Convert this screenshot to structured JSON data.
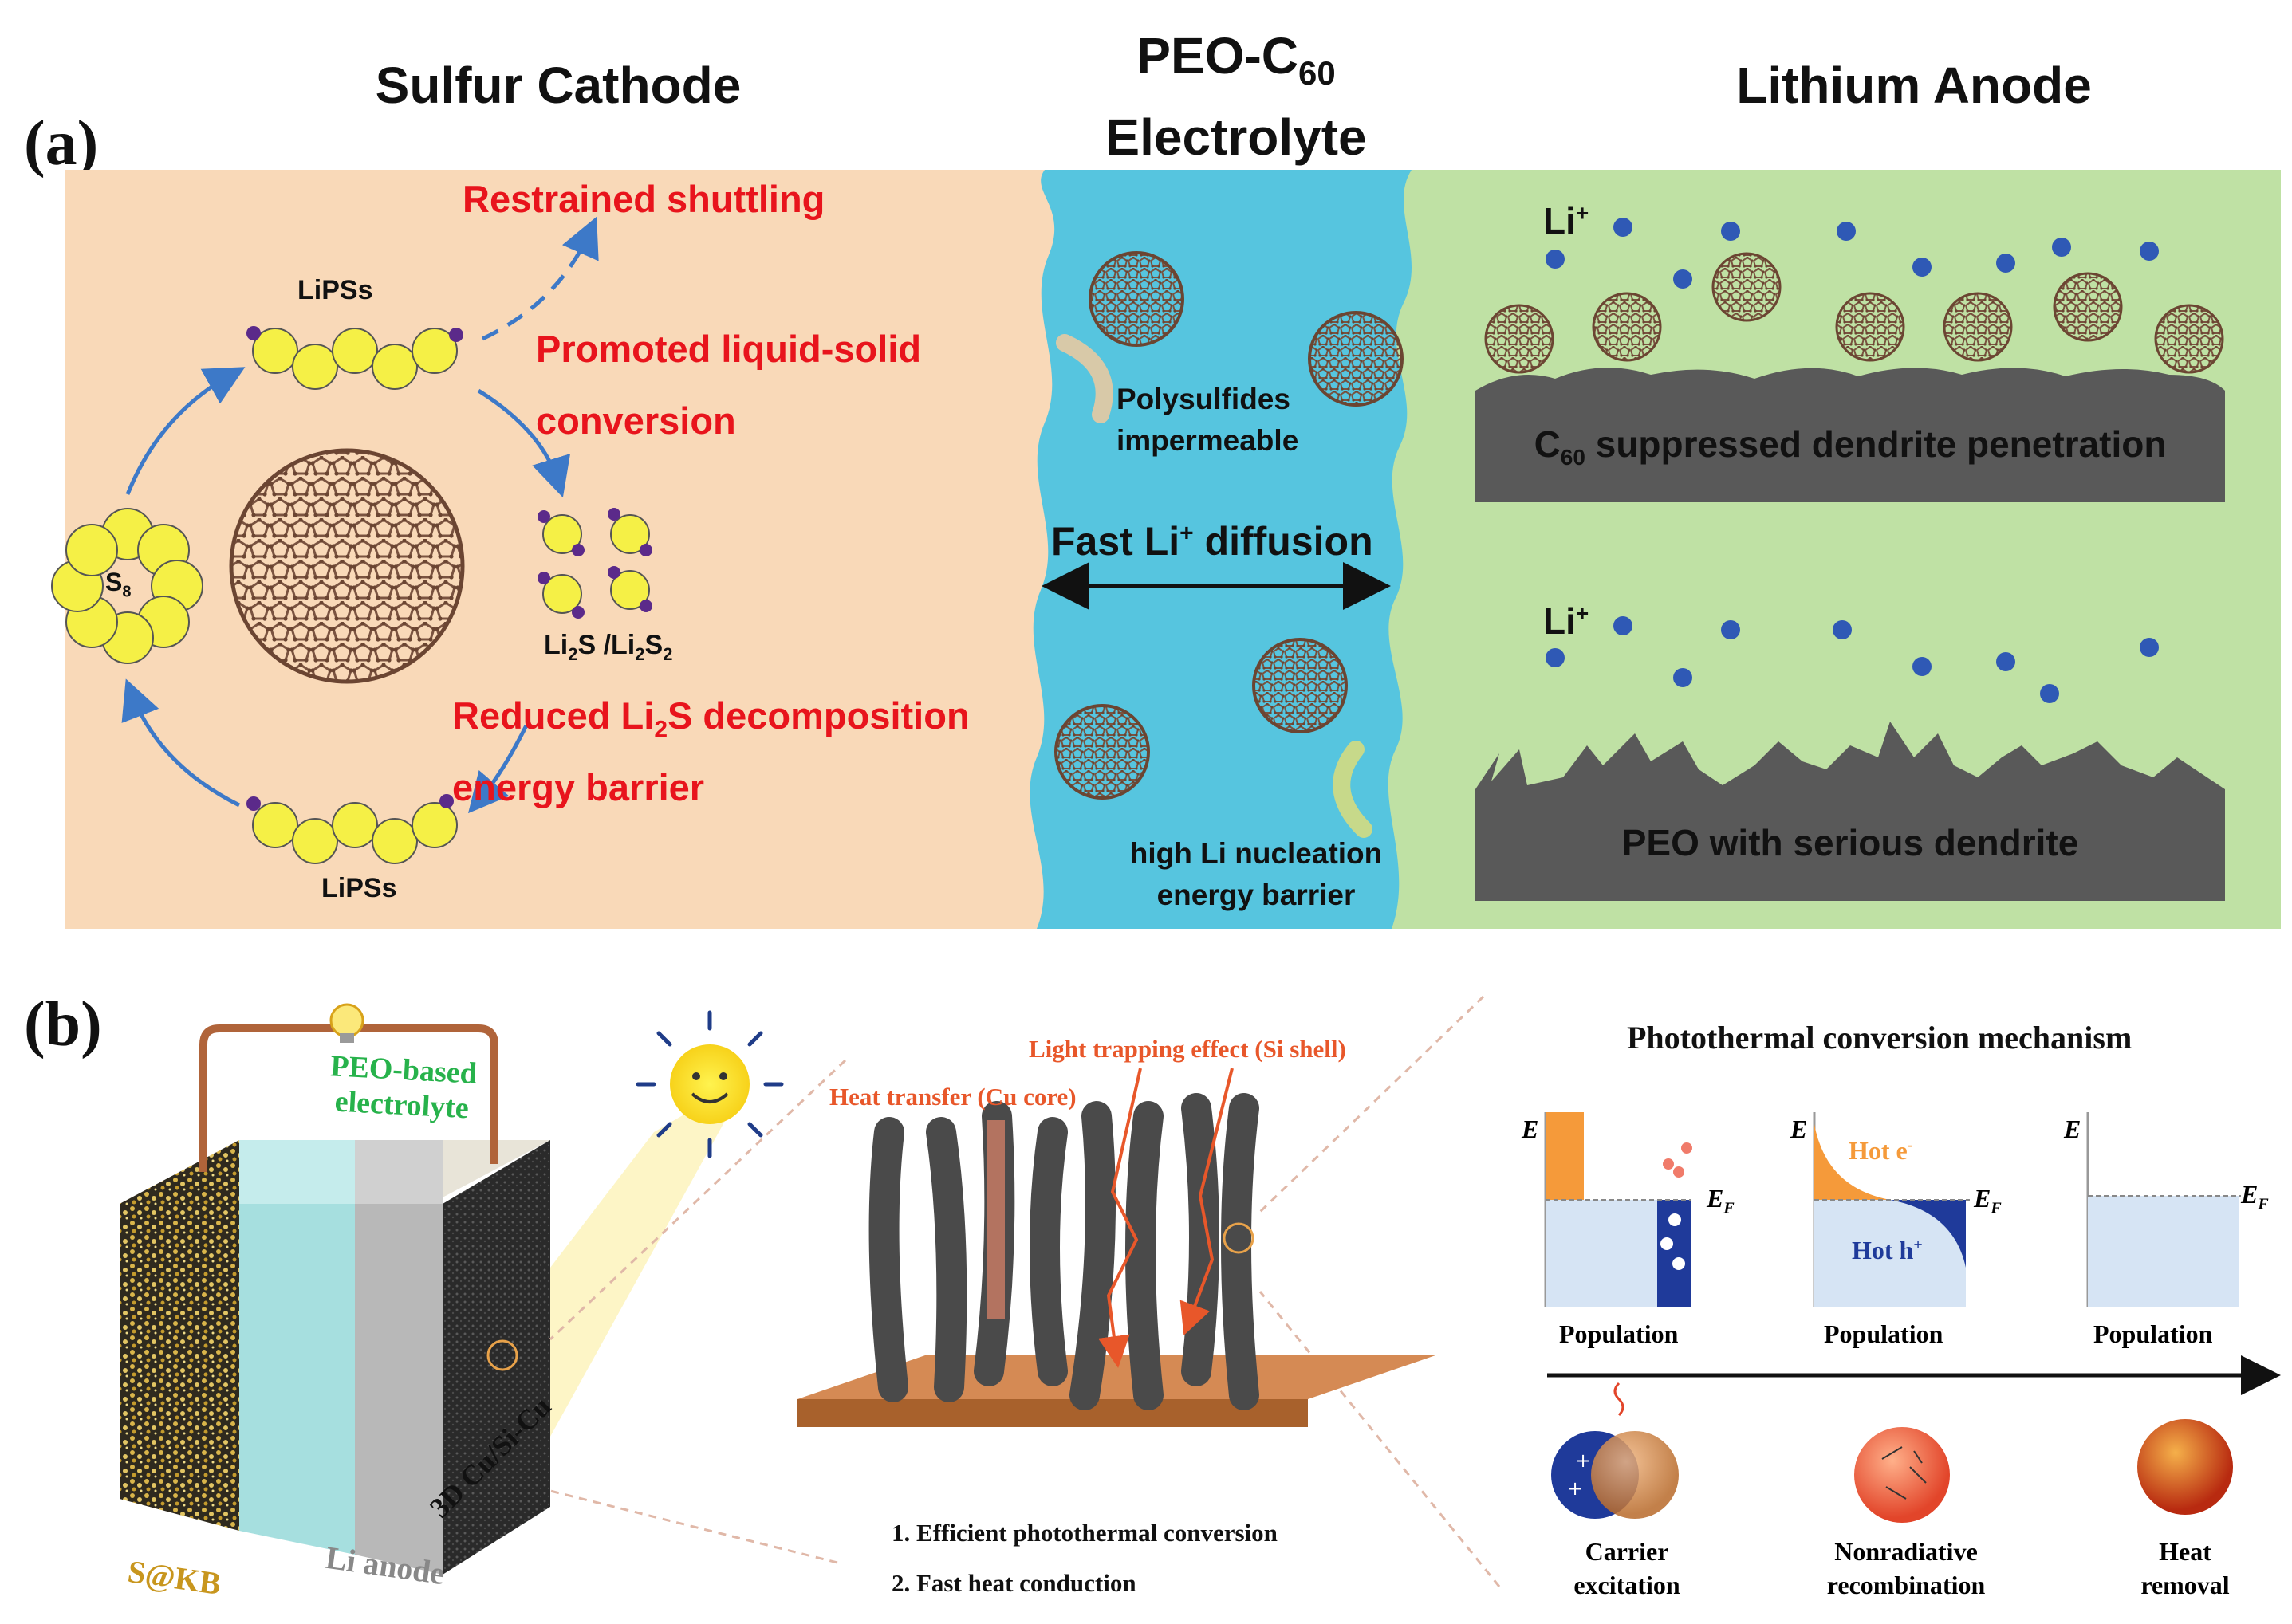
{
  "panel_a": {
    "label": "(a)",
    "headers": {
      "cathode": "Sulfur Cathode",
      "electrolyte_line1": "PEO-C",
      "electrolyte_sub": "60",
      "electrolyte_line2": "Electrolyte",
      "anode": "Lithium Anode"
    },
    "cathode": {
      "restrained": "Restrained shuttling",
      "promoted_1": "Promoted liquid-solid",
      "promoted_2": "conversion",
      "reduced_1_pre": "Reduced Li",
      "reduced_1_sub": "2",
      "reduced_1_post": "S decomposition",
      "reduced_2": "energy barrier",
      "lipss_top": "LiPSs",
      "lipss_bottom": "LiPSs",
      "s8": "S",
      "s8_sub": "8",
      "li2s_a": "Li",
      "li2s_sub1": "2",
      "li2s_b": "S /Li",
      "li2s_sub2": "2",
      "li2s_c": "S",
      "li2s_sub3": "2"
    },
    "electrolyte": {
      "polysulfides_1": "Polysulfides",
      "polysulfides_2": "impermeable",
      "fast_pre": "Fast Li",
      "fast_sup": "+",
      "fast_post": " diffusion",
      "nucleation_1": "high Li nucleation",
      "nucleation_2": "energy barrier"
    },
    "anode": {
      "li_top": "Li",
      "li_top_sup": "+",
      "li_bottom": "Li",
      "li_bottom_sup": "+",
      "bar_top_pre": "C",
      "bar_top_sub": "60",
      "bar_top_post": " suppressed dendrite penetration",
      "bar_bottom": "PEO with serious dendrite"
    }
  },
  "panel_b": {
    "label": "(b)",
    "battery": {
      "peo_1": "PEO-based",
      "peo_2": "electrolyte",
      "skb": "S@KB",
      "li_anode": "Li anode",
      "cu": "3D Cu/Si-Cu"
    },
    "nanowires": {
      "heat_transfer": "Heat transfer (Cu core)",
      "light_trapping": "Light trapping effect (Si shell)",
      "point1": "1. Efficient photothermal conversion",
      "point2": "2. Fast heat conduction"
    },
    "mechanism": {
      "title": "Photothermal conversion mechanism",
      "e_axis": "E",
      "ef": "E",
      "ef_sub": "F",
      "hot_e": "Hot e",
      "hot_e_sup": "-",
      "hot_h": "Hot h",
      "hot_h_sup": "+",
      "population": "Population",
      "stages": [
        {
          "line1": "Carrier",
          "line2": "excitation"
        },
        {
          "line1": "Nonradiative",
          "line2": "recombination"
        },
        {
          "line1": "Heat",
          "line2": "removal"
        }
      ]
    }
  },
  "colors": {
    "cathode_bg": "#f9d9b8",
    "electrolyte_bg": "#56c5df",
    "anode_bg": "#bfe1a4",
    "red_text": "#e8141c",
    "orange_text": "#e8572a",
    "green_text": "#27b24b",
    "gold_text": "#c8961e",
    "sulfur": "#f5f046",
    "li_ion": "#2f59b5",
    "bar": "#595959",
    "fullerene": "#8a6450"
  }
}
